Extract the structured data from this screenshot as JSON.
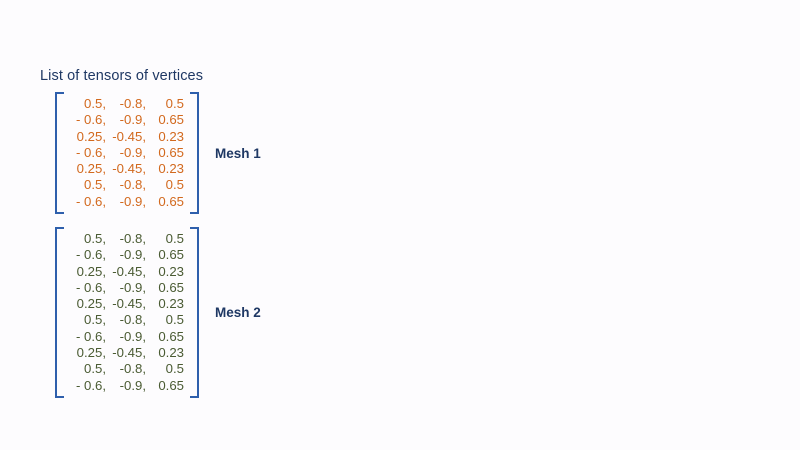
{
  "slide": {
    "title": "List of tensors of vertices",
    "background_color": "#fdfcfe",
    "title_color": "#1f3864",
    "bracket_color": "#2e5fac",
    "label_color": "#1f3864"
  },
  "tensors": [
    {
      "label": "Mesh 1",
      "text_color": "#d2691e",
      "rows": [
        [
          "0.5,",
          "-0.8,",
          "0.5"
        ],
        [
          "- 0.6,",
          "-0.9,",
          "0.65"
        ],
        [
          "0.25,",
          "-0.45,",
          "0.23"
        ],
        [
          "- 0.6,",
          "-0.9,",
          "0.65"
        ],
        [
          "0.25,",
          "-0.45,",
          "0.23"
        ],
        [
          "0.5,",
          "-0.8,",
          "0.5"
        ],
        [
          "- 0.6,",
          "-0.9,",
          "0.65"
        ]
      ]
    },
    {
      "label": "Mesh 2",
      "text_color": "#4a5b33",
      "rows": [
        [
          "0.5,",
          "-0.8,",
          "0.5"
        ],
        [
          "- 0.6,",
          "-0.9,",
          "0.65"
        ],
        [
          "0.25,",
          "-0.45,",
          "0.23"
        ],
        [
          "- 0.6,",
          "-0.9,",
          "0.65"
        ],
        [
          "0.25,",
          "-0.45,",
          "0.23"
        ],
        [
          "0.5,",
          "-0.8,",
          "0.5"
        ],
        [
          "- 0.6,",
          "-0.9,",
          "0.65"
        ],
        [
          "0.25,",
          "-0.45,",
          "0.23"
        ],
        [
          "0.5,",
          "-0.8,",
          "0.5"
        ],
        [
          "- 0.6,",
          "-0.9,",
          "0.65"
        ]
      ]
    }
  ]
}
